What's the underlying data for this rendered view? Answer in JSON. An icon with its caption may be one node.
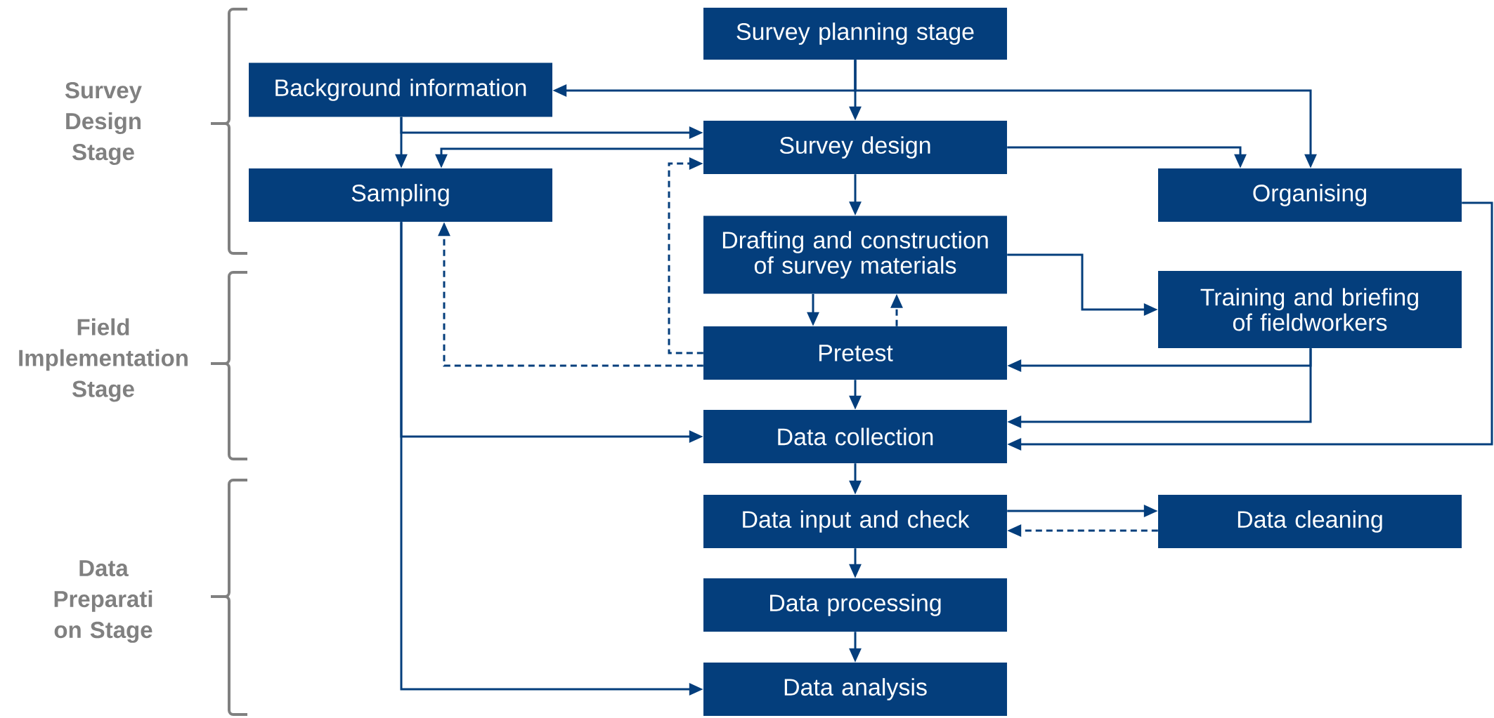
{
  "diagram": {
    "nodes": [
      {
        "text": [
          "Survey planning stage"
        ]
      },
      {
        "text": [
          "Background information"
        ]
      },
      {
        "text": [
          "Survey design"
        ]
      },
      {
        "text": [
          "Sampling"
        ]
      },
      {
        "text": [
          "Organising"
        ]
      },
      {
        "text": [
          "Drafting and construction of survey materials"
        ]
      },
      {
        "text": [
          "Training and briefing of fieldworkers"
        ]
      },
      {
        "text": [
          "Pretest"
        ]
      },
      {
        "text": [
          "Data collection"
        ]
      },
      {
        "text": [
          "Data input and check"
        ]
      },
      {
        "text": [
          "Data cleaning"
        ]
      },
      {
        "text": [
          "Data processing"
        ]
      },
      {
        "text": [
          "Data analysis"
        ]
      }
    ],
    "edges": [
      {
        "from": 0,
        "to": 2,
        "arrow": "to"
      },
      {
        "from": 0,
        "to": 1,
        "arrow": "to"
      },
      {
        "from": 0,
        "to": 4,
        "arrow": "to"
      },
      {
        "from": 1,
        "to": 3,
        "arrow": "to"
      },
      {
        "from": 1,
        "to": 2,
        "arrow": "to"
      },
      {
        "from": 2,
        "to": 3,
        "arrow": "to"
      },
      {
        "from": 2,
        "to": 4,
        "arrow": "to"
      },
      {
        "from": 2,
        "to": 5,
        "arrow": "to"
      },
      {
        "from": 5,
        "to": 6,
        "arrow": "to"
      },
      {
        "from": 5,
        "to": 7,
        "arrow": "to"
      },
      {
        "from": 7,
        "to": 5,
        "arrow": "to",
        "style": "dashed"
      },
      {
        "from": 7,
        "to": 2,
        "arrow": "to",
        "style": "dashed"
      },
      {
        "from": 7,
        "to": 3,
        "arrow": "to",
        "style": "dashed"
      },
      {
        "from": 6,
        "to": 7,
        "arrow": "to"
      },
      {
        "from": 6,
        "to": 8,
        "arrow": "to"
      },
      {
        "from": 4,
        "to": 8,
        "arrow": "to"
      },
      {
        "from": 7,
        "to": 8,
        "arrow": "to"
      },
      {
        "from": 3,
        "to": 8,
        "arrow": "to"
      },
      {
        "from": 3,
        "to": 12,
        "arrow": "to"
      },
      {
        "from": 8,
        "to": 9,
        "arrow": "to"
      },
      {
        "from": 9,
        "to": 10,
        "arrow": "to"
      },
      {
        "from": 10,
        "to": 9,
        "arrow": "to",
        "style": "dashed"
      },
      {
        "from": 9,
        "to": 11,
        "arrow": "to"
      },
      {
        "from": 11,
        "to": 12,
        "arrow": "to"
      }
    ],
    "labels": [
      "Survey Design Stage",
      "Field Implementation Stage",
      "Data Preparati on Stage"
    ]
  }
}
